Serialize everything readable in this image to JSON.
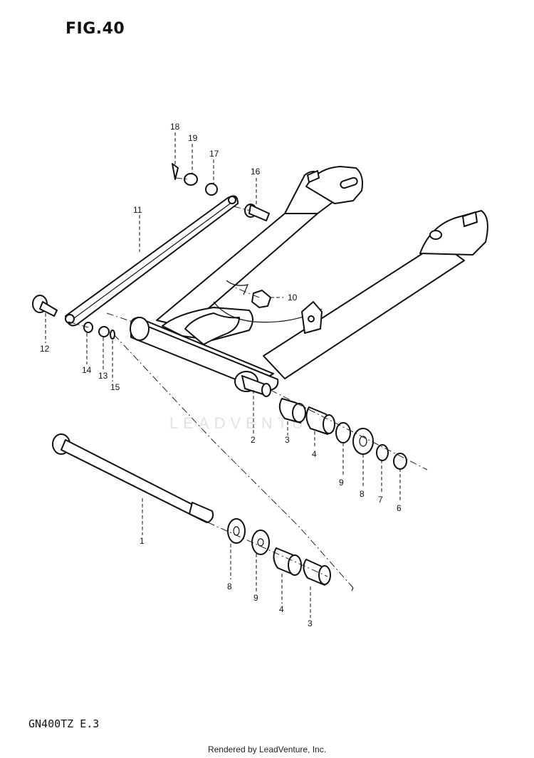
{
  "figure": {
    "title": "FIG.40"
  },
  "model_code": "GN400TZ E.3",
  "footer": "Rendered by LeadVenture, Inc.",
  "watermark": "LEADVENTURE",
  "callouts": {
    "c1": "1",
    "c2": "2",
    "c3a": "3",
    "c3b": "3",
    "c4a": "4",
    "c4b": "4",
    "c6": "6",
    "c7": "7",
    "c8a": "8",
    "c8b": "8",
    "c9a": "9",
    "c9b": "9",
    "c10": "10",
    "c11": "11",
    "c12": "12",
    "c13": "13",
    "c14": "14",
    "c15": "15",
    "c16": "16",
    "c17": "17",
    "c18": "18",
    "c19": "19"
  }
}
